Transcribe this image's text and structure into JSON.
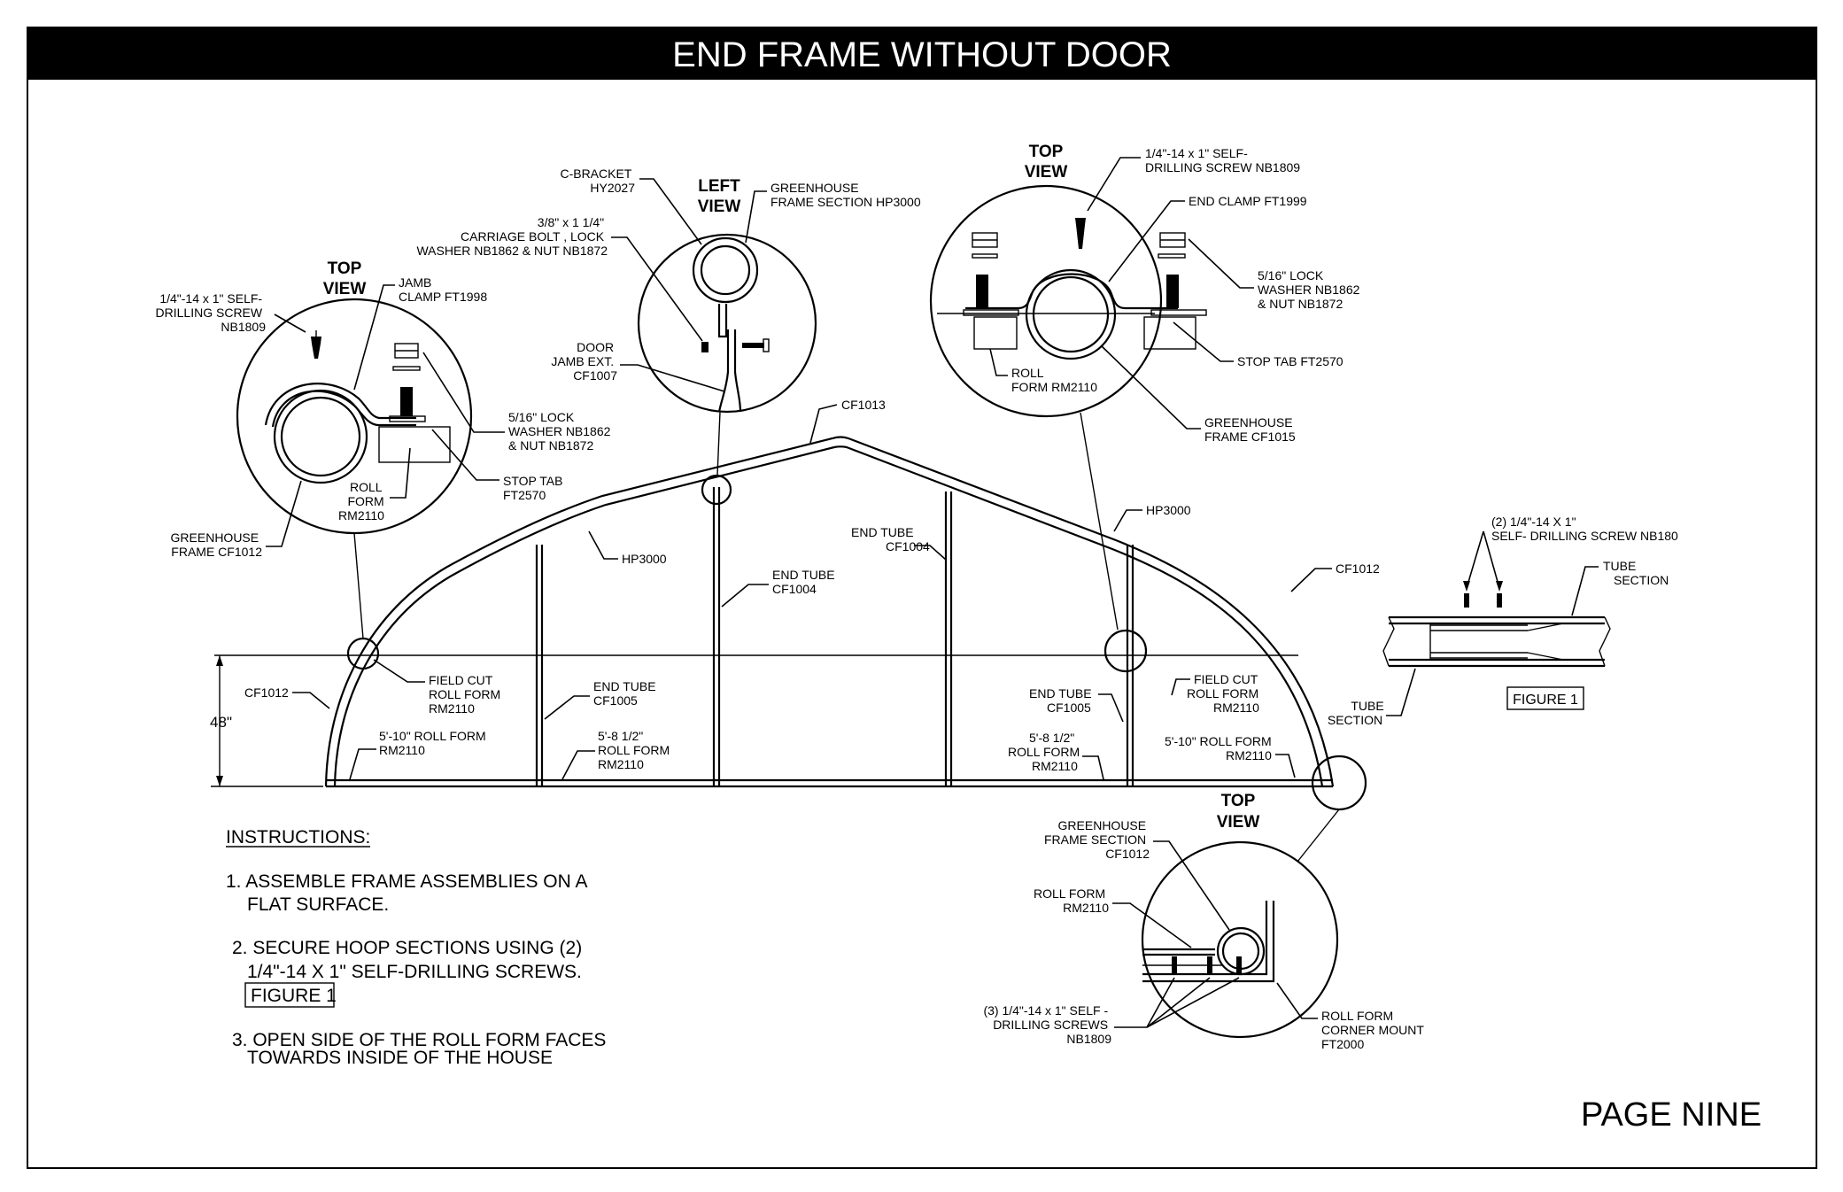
{
  "title": "END FRAME WITHOUT DOOR",
  "page_label": "PAGE NINE",
  "dimension_label": "48\"",
  "instructions": {
    "heading": "INSTRUCTIONS:",
    "step1_l1": "1. ASSEMBLE FRAME ASSEMBLIES ON A",
    "step1_l2": "FLAT SURFACE.",
    "step2_l1": "2. SECURE HOOP SECTIONS USING (2)",
    "step2_l2": "1/4\"-14 X 1\" SELF-DRILLING SCREWS.",
    "step2_figure": "FIGURE 1",
    "step3_l1": "3. OPEN SIDE OF THE ROLL FORM FACES",
    "step3_l2": "TOWARDS INSIDE OF THE HOUSE"
  },
  "detail_left_top": {
    "view_l1": "TOP",
    "view_l2": "VIEW",
    "screw": [
      "1/4\"-14 x 1\" SELF-",
      "DRILLING SCREW",
      "NB1809"
    ],
    "clamp": [
      "JAMB",
      "CLAMP FT1998"
    ],
    "washer": [
      "5/16\" LOCK",
      "WASHER NB1862",
      "& NUT NB1872"
    ],
    "stop_tab": [
      "STOP TAB",
      "FT2570"
    ],
    "roll_form": [
      "ROLL",
      "FORM",
      "RM2110"
    ],
    "frame": [
      "GREENHOUSE",
      "FRAME CF1012"
    ]
  },
  "detail_left_view": {
    "view_l1": "LEFT",
    "view_l2": "VIEW",
    "bracket": [
      "C-BRACKET",
      "HY2027"
    ],
    "frame_section": [
      "GREENHOUSE",
      "FRAME SECTION HP3000"
    ],
    "bolt": [
      "3/8\" x 1 1/4\"",
      "CARRIAGE BOLT , LOCK",
      "WASHER NB1862 & NUT NB1872"
    ],
    "jamb": [
      "DOOR",
      "JAMB EXT.",
      "CF1007"
    ]
  },
  "detail_right_top": {
    "view_l1": "TOP",
    "view_l2": "VIEW",
    "screw": [
      "1/4\"-14 x 1\" SELF-",
      "DRILLING SCREW NB1809"
    ],
    "clamp": [
      "END CLAMP FT1999"
    ],
    "washer": [
      "5/16\" LOCK",
      "WASHER NB1862",
      "& NUT NB1872"
    ],
    "stop_tab": [
      "STOP TAB FT2570"
    ],
    "roll_form": [
      "ROLL",
      "FORM RM2110"
    ],
    "frame": [
      "GREENHOUSE",
      "FRAME CF1015"
    ]
  },
  "detail_corner": {
    "view_l1": "TOP",
    "view_l2": "VIEW",
    "frame_section": [
      "GREENHOUSE",
      "FRAME SECTION",
      "CF1012"
    ],
    "roll_form": [
      "ROLL FORM",
      "RM2110"
    ],
    "screws": [
      "(3) 1/4\"-14 x 1\" SELF -",
      "DRILLING SCREWS",
      "NB1809"
    ],
    "mount": [
      "ROLL FORM",
      "CORNER MOUNT",
      "FT2000"
    ]
  },
  "figure1": {
    "screws": [
      "(2) 1/4\"-14 X 1\"",
      "SELF- DRILLING SCREW NB180"
    ],
    "tube_top": [
      "TUBE",
      "SECTION"
    ],
    "tube_bottom": [
      "TUBE",
      "SECTION"
    ],
    "caption": "FIGURE 1"
  },
  "frame_labels": {
    "cf1013": "CF1013",
    "hp3000_left": "HP3000",
    "hp3000_right": "HP3000",
    "cf1012_right": "CF1012",
    "cf1012_left": "CF1012",
    "end_tube_c_left": [
      "END TUBE",
      "CF1004"
    ],
    "end_tube_c_right": [
      "END TUBE",
      "CF1004"
    ],
    "field_cut_left": [
      "FIELD CUT",
      "ROLL FORM",
      "RM2110"
    ],
    "field_cut_right": [
      "FIELD CUT",
      "ROLL FORM",
      "RM2110"
    ],
    "end_tube_l": [
      "END TUBE",
      "CF1005"
    ],
    "end_tube_r": [
      "END TUBE",
      "CF1005"
    ],
    "roll_5_10_left": [
      "5'-10\" ROLL FORM",
      "RM2110"
    ],
    "roll_5_10_right": [
      "5'-10\" ROLL FORM",
      "RM2110"
    ],
    "roll_5_8_left": [
      "5'-8 1/2\"",
      "ROLL FORM",
      "RM2110"
    ],
    "roll_5_8_right": [
      "5'-8 1/2\"",
      "ROLL FORM",
      "RM2110"
    ]
  }
}
